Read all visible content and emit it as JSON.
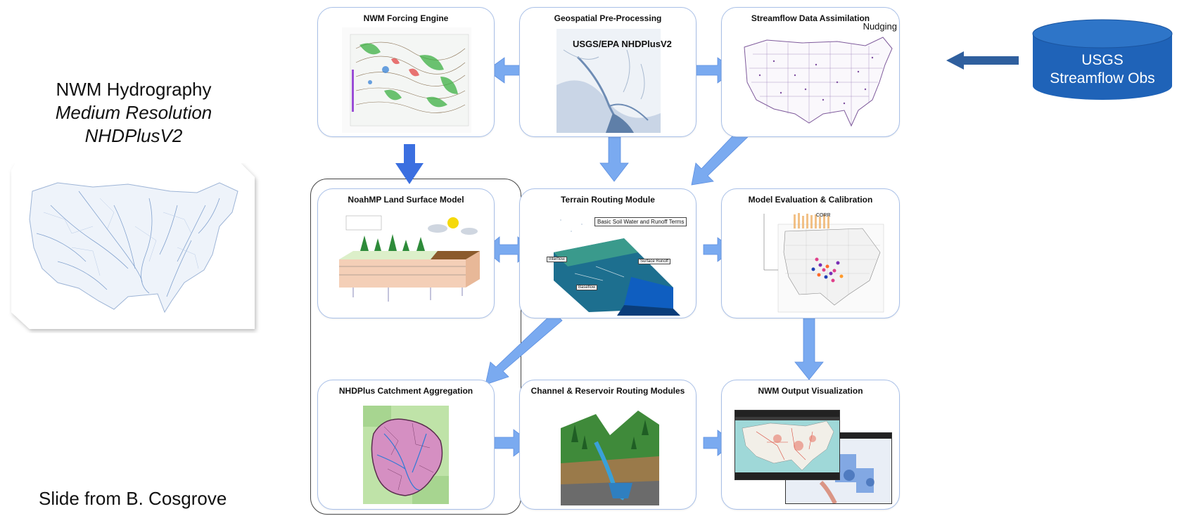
{
  "left_panel": {
    "line1": "NWM Hydrography",
    "line2": "Medium Resolution",
    "line3": "NHDPlusV2"
  },
  "credit": "Slide from B. Cosgrove",
  "usgs_db": {
    "line1": "USGS",
    "line2": "Streamflow Obs"
  },
  "boxes": {
    "forcing": {
      "title": "NWM Forcing Engine"
    },
    "geospatial": {
      "title": "Geospatial Pre-Processing",
      "subtitle": "USGS/EPA NHDPlusV2"
    },
    "assimilation": {
      "title": "Streamflow Data Assimilation",
      "note": "Nudging"
    },
    "noahmp": {
      "title": "NoahMP Land Surface Model"
    },
    "terrain": {
      "title": "Terrain Routing Module",
      "diagram_label": "Basic Soil Water and Runoff Terms",
      "labels": [
        "Interflow",
        "Surface Runoff",
        "Baseflow"
      ]
    },
    "evaluation": {
      "title": "Model Evaluation & Calibration",
      "chart_label": "CORR"
    },
    "catchment": {
      "title": "NHDPlus Catchment Aggregation"
    },
    "channel": {
      "title": "Channel & Reservoir Routing Modules"
    },
    "output": {
      "title": "NWM Output Visualization"
    }
  },
  "colors": {
    "arrow": "#7aaaf0",
    "arrow_dark": "#3b6fe0",
    "db": "#1f63b8",
    "box_border": "#a9c0e8"
  }
}
